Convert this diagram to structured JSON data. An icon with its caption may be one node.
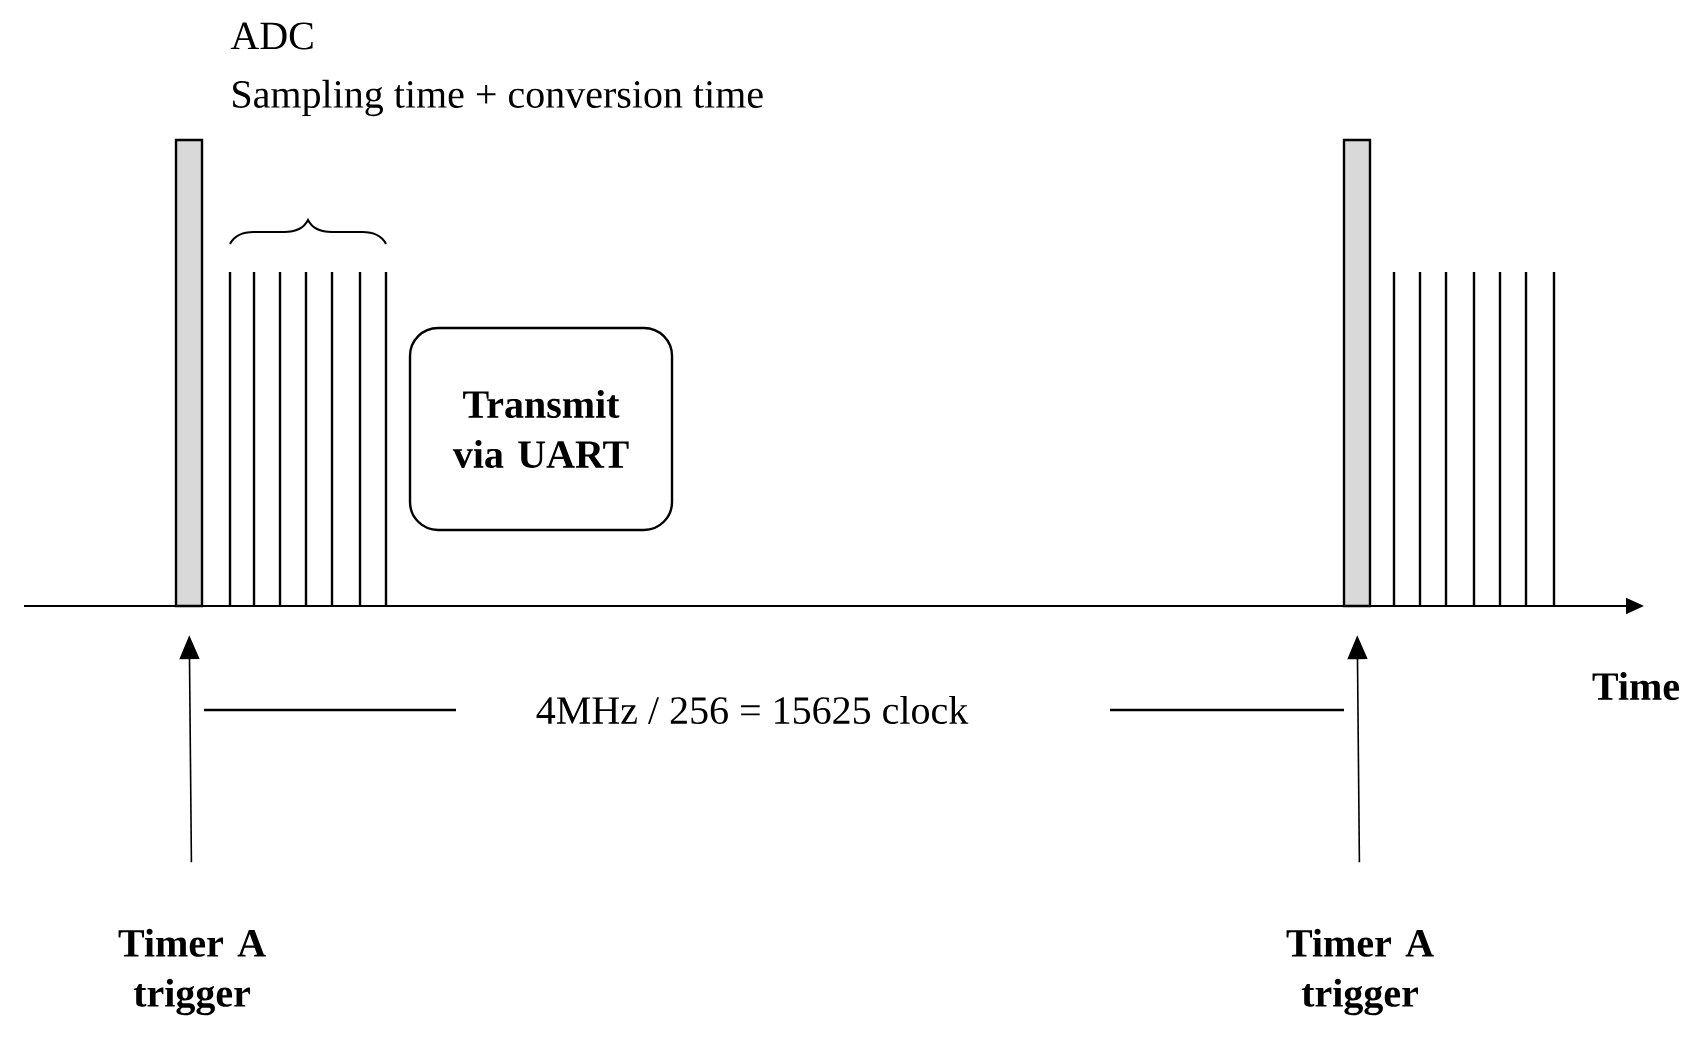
{
  "diagram": {
    "nodes": [
      {
        "text": [],
        "shape": "bar"
      },
      {
        "text": [
          "Transmit via UART"
        ]
      },
      {
        "text": [],
        "shape": "bar"
      },
      {
        "text": [
          "Timer A trigger"
        ]
      },
      {
        "text": [
          "Timer A trigger"
        ]
      }
    ],
    "edges": [
      {
        "from": 3,
        "to": 0,
        "arrow": "to"
      },
      {
        "from": 4,
        "to": 2,
        "arrow": "to"
      }
    ],
    "labels": [
      "ADC",
      "Sampling time + conversion time",
      "4MHz / 256 = 15625 clock",
      "Time"
    ]
  }
}
